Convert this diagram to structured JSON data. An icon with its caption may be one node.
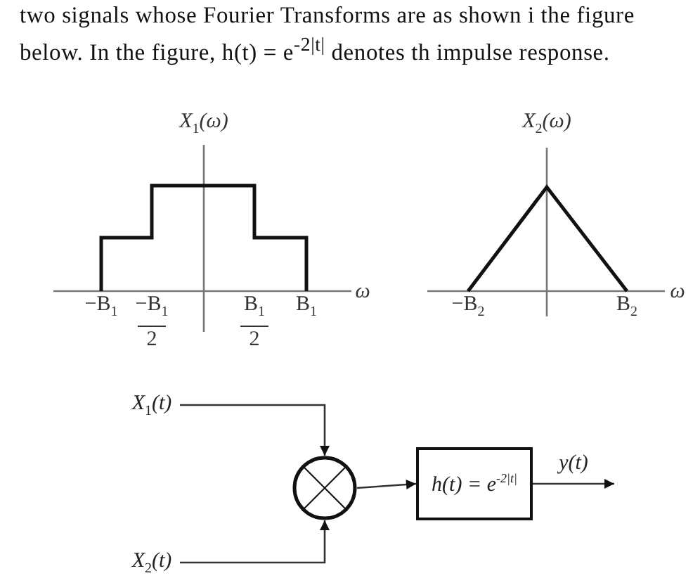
{
  "diagram": {
    "nodes": [
      {
        "text": [
          "X$_{1}$(t)"
        ]
      },
      {
        "text": [],
        "shape": "circle"
      },
      {
        "text": [
          "h(t) = e$^{-2|t|}$"
        ]
      },
      {
        "text": [
          "X$_{2}$(t)"
        ]
      }
    ],
    "edges": [
      {
        "from": 0,
        "to": 1,
        "arrow": "to"
      },
      {
        "from": 3,
        "to": 1,
        "arrow": "to"
      },
      {
        "from": 1,
        "to": 2,
        "arrow": "to"
      },
      {
        "from": 2,
        "to": null,
        "arrow": "to",
        "label": "y(t)"
      }
    ],
    "labels": [
      "two signals whose Fourier Transforms are as shown i the figure below. In the figure, h(t) = e$^{-2|t|}$ denotes th impulse response.",
      "X$_{1}$(ω)",
      "X$_{2}$(ω)",
      "−B$_{1}$",
      "−B$_{1}$",
      "B$_{1}$",
      "B$_{1}$",
      "ω",
      "−B$_{2}$",
      "B$_{2}$",
      "ω",
      "2",
      "2"
    ]
  }
}
